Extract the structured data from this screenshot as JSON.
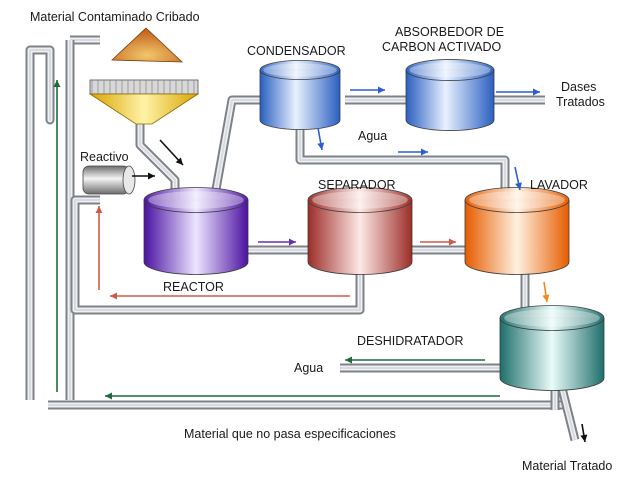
{
  "labels": {
    "material_contaminado": "Material Contaminado Cribado",
    "condensador": "CONDENSADOR",
    "absorbedor_line1": "ABSORBEDOR DE",
    "absorbedor_line2": "CARBON ACTIVADO",
    "dases_line1": "Dases",
    "dases_line2": "Tratados",
    "agua_top": "Agua",
    "reactivo": "Reactivo",
    "separador": "SEPARADOR",
    "lavador": "LAVADOR",
    "reactor": "REACTOR",
    "deshidratador": "DESHIDRATADOR",
    "agua_bottom": "Agua",
    "material_no_pasa": "Material que no pasa especificaciones",
    "material_tratado": "Material Tratado"
  },
  "colors": {
    "pipe": "#c9ccd1",
    "pipe_edge": "#7d8288",
    "condensador": "#3f7fd6",
    "absorbedor": "#3f7fd6",
    "reactor": "#6b2fc0",
    "separador": "#b5423c",
    "lavador": "#e6741e",
    "deshidratador": "#2f8a86",
    "hopper": "#f3c52e",
    "reactivo_tank": "#9a9a9a",
    "arrow_blue": "#2a5fd0",
    "arrow_purple": "#6a2fb5",
    "arrow_red": "#d05a4a",
    "arrow_orange": "#f08a1a",
    "arrow_green": "#1f6b3a",
    "arrow_black": "#111111"
  }
}
